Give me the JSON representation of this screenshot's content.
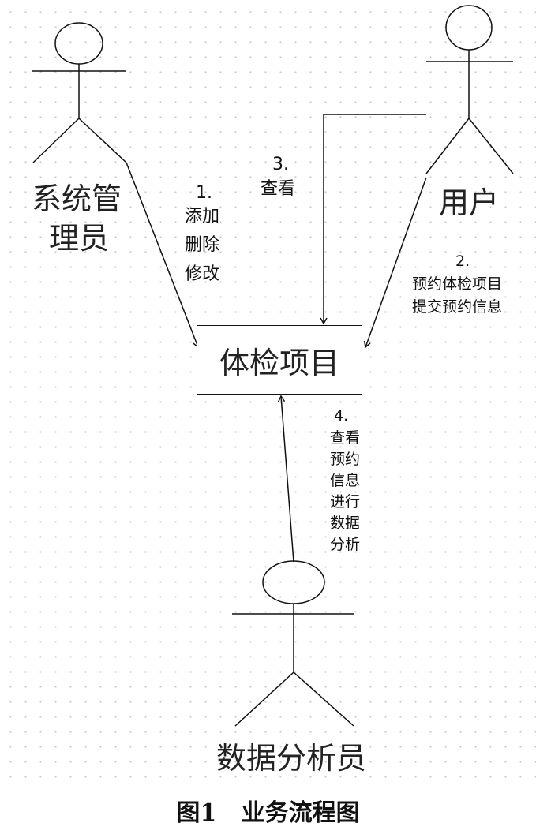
{
  "actors": {
    "admin": [
      "系统管",
      "理员"
    ],
    "user": "用户",
    "analyst": "数据分析员"
  },
  "process": "体检项目",
  "flows": {
    "admin": {
      "num": "1.",
      "lines": [
        "添加",
        "删除",
        "修改"
      ]
    },
    "user": {
      "num": "2.",
      "lines": [
        "预约体检项目",
        "提交预约信息"
      ]
    },
    "view": {
      "num": "3.",
      "lines": [
        "查看"
      ]
    },
    "analyst": {
      "num": "4.",
      "lines": [
        "查看",
        "预约",
        "信息",
        "进行",
        "数据",
        "分析"
      ]
    }
  },
  "caption": "图1   业务流程图"
}
